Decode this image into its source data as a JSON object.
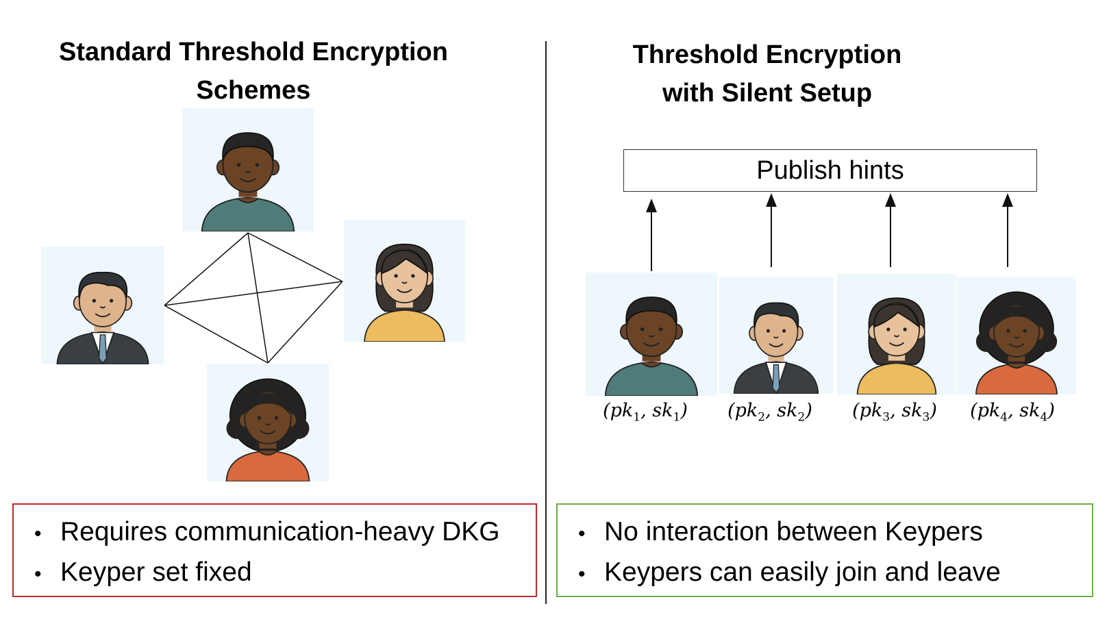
{
  "left_panel": {
    "title_line1": "Standard Threshold Encryption",
    "title_line2": "Schemes",
    "bullets": [
      "Requires communication-heavy DKG",
      "Keyper set fixed"
    ],
    "border_color": "#c0282a"
  },
  "right_panel": {
    "title_line1": "Threshold Encryption",
    "title_line2": "with Silent Setup",
    "box_label": "Publish hints",
    "keys": [
      {
        "pk": "pk",
        "sk": "sk",
        "index": "1"
      },
      {
        "pk": "pk",
        "sk": "sk",
        "index": "2"
      },
      {
        "pk": "pk",
        "sk": "sk",
        "index": "3"
      },
      {
        "pk": "pk",
        "sk": "sk",
        "index": "4"
      }
    ],
    "bullets": [
      "No interaction between Keypers",
      "Keypers can easily join and leave"
    ],
    "border_color": "#6fad46"
  },
  "avatars": {
    "man_dark": {
      "skin": "#6b4426",
      "hair": "#262626",
      "shirt": "#4f7c78"
    },
    "man_suit": {
      "skin": "#ddb48c",
      "hair": "#2e3338",
      "shirt": "#3a3f44"
    },
    "woman_bob": {
      "skin": "#e7c29c",
      "hair": "#3b342f",
      "shirt": "#edbc5f"
    },
    "woman_curly": {
      "skin": "#6b4426",
      "hair": "#252321",
      "shirt": "#d86a3e"
    }
  },
  "icons": [
    "avatar",
    "up-arrow-icon",
    "bullet-dot-icon"
  ]
}
